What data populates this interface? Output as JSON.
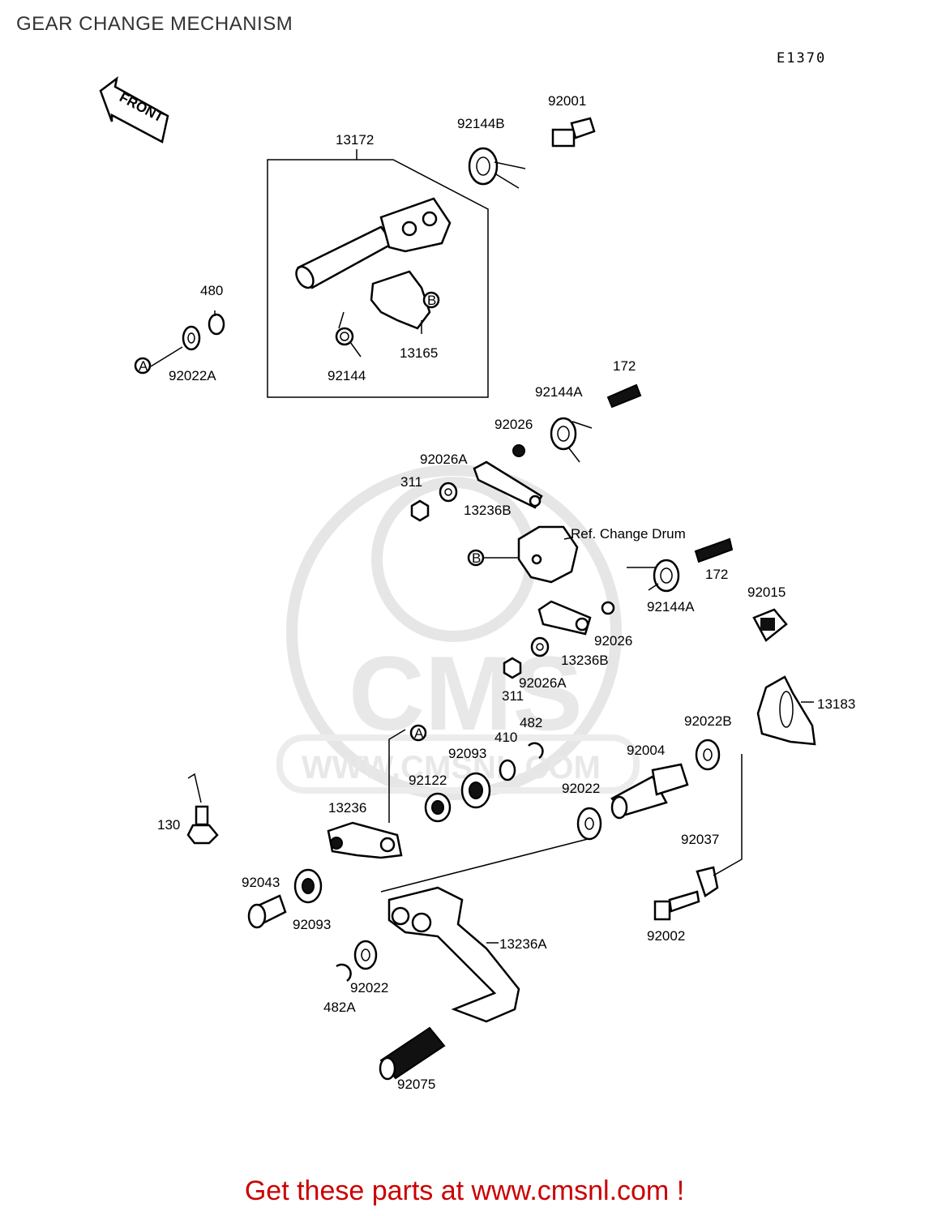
{
  "header": {
    "title": "GEAR CHANGE MECHANISM",
    "diagram_code": "E1370"
  },
  "footer": {
    "text": "Get these parts at www.cmsnl.com !"
  },
  "watermark": {
    "brand": "CMS",
    "url": "WWW.CMSNL.COM"
  },
  "arrow": {
    "label": "FRONT"
  },
  "callouts": {
    "A": "A",
    "B": "B"
  },
  "labels": {
    "p13172": "13172",
    "p92144B": "92144B",
    "p92001": "92001",
    "p480": "480",
    "p92022A": "92022A",
    "p92144": "92144",
    "p13165": "13165",
    "p172_top": "172",
    "p92144A_top": "92144A",
    "p92026_top": "92026",
    "p92026A_top": "92026A",
    "p311_top": "311",
    "p13236B_top": "13236B",
    "ref_change_drum": "Ref. Change Drum",
    "p172_mid": "172",
    "p92144A_mid": "92144A",
    "p92015": "92015",
    "p92026_mid": "92026",
    "p13236B_mid": "13236B",
    "p92026A_mid": "92026A",
    "p311_mid": "311",
    "p13183": "13183",
    "p482": "482",
    "p410": "410",
    "p92093_top": "92093",
    "p92022B": "92022B",
    "p92004": "92004",
    "p92122": "92122",
    "p92022_mid": "92022",
    "p13236": "13236",
    "p130": "130",
    "p92037": "92037",
    "p92043": "92043",
    "p92093_bot": "92093",
    "p13236A": "13236A",
    "p92002": "92002",
    "p92022_bot": "92022",
    "p482A": "482A",
    "p92075": "92075"
  }
}
